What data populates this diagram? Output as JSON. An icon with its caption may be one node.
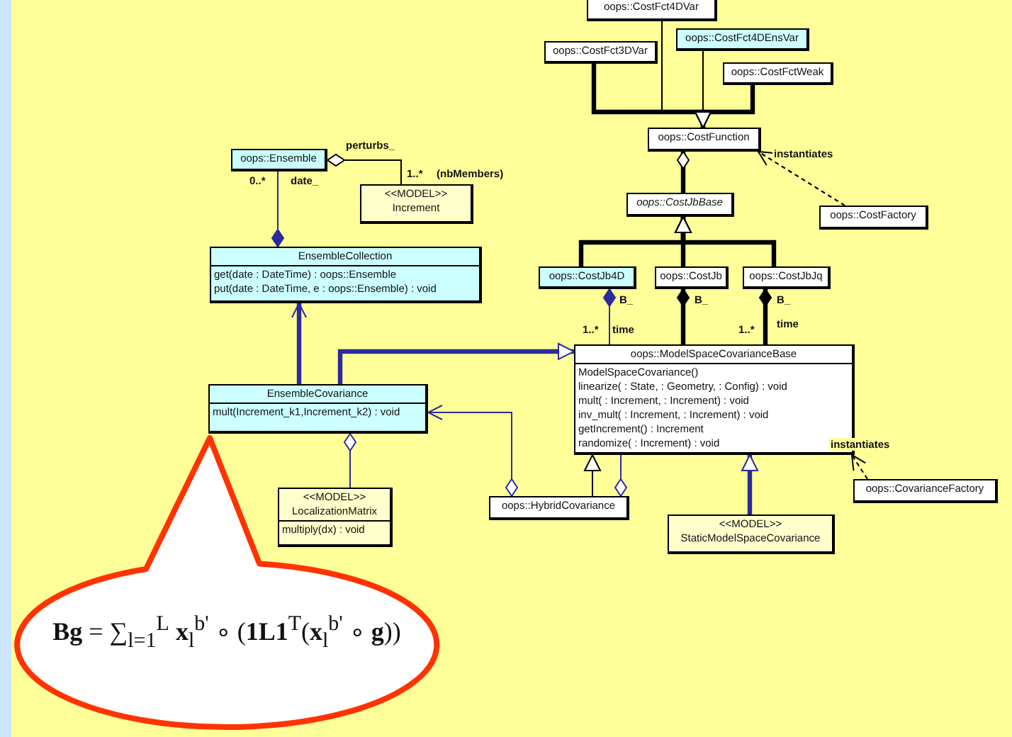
{
  "diagram": {
    "nodes": [
      {
        "text": [
          "oops::CostFct4DVar"
        ]
      },
      {
        "text": [
          "oops::CostFct3DVar"
        ]
      },
      {
        "text": [
          "oops::CostFct4DEnsVar"
        ]
      },
      {
        "text": [
          "oops::CostFctWeak"
        ]
      },
      {
        "text": [
          "oops::CostFunction"
        ]
      },
      {
        "text": [
          "oops::CostJbBase"
        ]
      },
      {
        "text": [
          "oops::CostFactory"
        ]
      },
      {
        "text": [
          "oops::CostJb4D"
        ]
      },
      {
        "text": [
          "oops::CostJb"
        ]
      },
      {
        "text": [
          "oops::CostJbJq"
        ]
      },
      {
        "text": [
          "oops::ModelSpaceCovarianceBase",
          "ModelSpaceCovariance()",
          "linearize( : State, : Geometry, : Config) : void",
          "mult( : Increment, : Increment) : void",
          "inv_mult( : Increment, : Increment) : void",
          "getIncrement() : Increment",
          "randomize( : Increment) : void"
        ]
      },
      {
        "text": [
          "oops::CovarianceFactory"
        ]
      },
      {
        "text": [
          "oops::HybridCovariance"
        ]
      },
      {
        "text": [
          "<<MODEL>>",
          "StaticModelSpaceCovariance"
        ]
      },
      {
        "text": [
          "oops::Ensemble"
        ]
      },
      {
        "text": [
          "<<MODEL>>",
          "Increment"
        ]
      },
      {
        "text": [
          "EnsembleCollection",
          "get(date : DateTime) : oops::Ensemble",
          "put(date : DateTime, e : oops::Ensemble) : void"
        ]
      },
      {
        "text": [
          "EnsembleCovariance",
          "mult(Increment_k1,Increment_k2) : void"
        ]
      },
      {
        "text": [
          "<<MODEL>>",
          "LocalizationMatrix",
          "multiply(dx) : void"
        ]
      },
      {
        "text": [
          "**Bg** = ∑$_{l=1}$$^{L}$ **x**$_{l}$$^{b'}$ ∘ (**1L1**$^{T}$(**x**$_{l}$$^{b'}$ ∘ **g**))"
        ]
      }
    ],
    "edges": [
      {
        "from": 0,
        "to": 4,
        "arrow": "to"
      },
      {
        "from": 1,
        "to": 4,
        "arrow": "to",
        "style": "thick"
      },
      {
        "from": 2,
        "to": 4,
        "arrow": "to"
      },
      {
        "from": 3,
        "to": 4,
        "arrow": "to",
        "style": "thick"
      },
      {
        "from": 5,
        "to": 4,
        "arrow": "other",
        "style": "thick"
      },
      {
        "from": 6,
        "to": 4,
        "arrow": "to",
        "label": "instantiates",
        "style": "dashed"
      },
      {
        "from": 7,
        "to": 5,
        "arrow": "to",
        "style": "thick"
      },
      {
        "from": 8,
        "to": 5,
        "arrow": "to",
        "style": "thick"
      },
      {
        "from": 9,
        "to": 5,
        "arrow": "to",
        "style": "thick"
      },
      {
        "from": 10,
        "to": 7,
        "arrow": "other",
        "label": "B_",
        "color": "#2b2b9b"
      },
      {
        "from": 10,
        "to": 8,
        "arrow": "other",
        "label": "B_",
        "style": "thick"
      },
      {
        "from": 10,
        "to": 9,
        "arrow": "other",
        "label": "B_",
        "style": "thick"
      },
      {
        "from": 11,
        "to": 10,
        "arrow": "to",
        "label": "instantiates",
        "style": "dashed"
      },
      {
        "from": 12,
        "to": 10,
        "arrow": "to"
      },
      {
        "from": 10,
        "to": 12,
        "arrow": "other",
        "color": "#2b2b9b"
      },
      {
        "from": 13,
        "to": 10,
        "arrow": "to",
        "style": "thick",
        "color": "#2b2b9b"
      },
      {
        "from": 17,
        "to": 10,
        "arrow": "to",
        "style": "thick",
        "color": "#2b2b9b"
      },
      {
        "from": 17,
        "to": 16,
        "arrow": "to",
        "style": "thick",
        "color": "#2b2b9b"
      },
      {
        "from": 12,
        "to": 17,
        "arrow": "to",
        "color": "#2b2b9b"
      },
      {
        "from": 18,
        "to": 17,
        "arrow": "other",
        "color": "#2b2b9b"
      },
      {
        "from": 14,
        "to": 16,
        "arrow": "other",
        "label": "date_",
        "color": "#2b2b9b"
      },
      {
        "from": 15,
        "to": 14,
        "arrow": "other",
        "label": "perturbs_"
      }
    ],
    "labels": [
      "1..*",
      "(nbMembers)",
      "0..*",
      "1..*",
      "time",
      "1..*",
      "time"
    ]
  }
}
